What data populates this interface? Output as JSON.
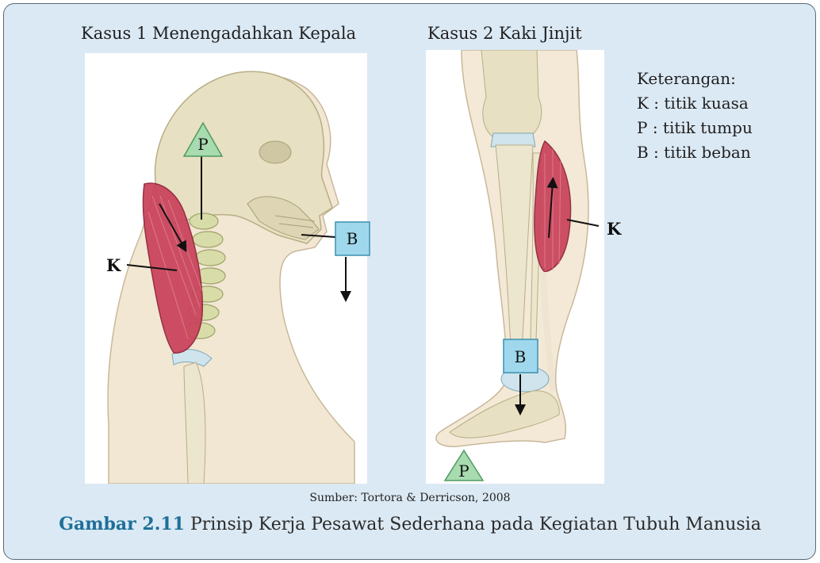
{
  "case1": {
    "title": "Kasus 1 Menengadahkan Kepala",
    "labels": {
      "pivot": "P",
      "load": "B",
      "effort": "K"
    }
  },
  "case2": {
    "title": "Kasus 2 Kaki Jinjit",
    "labels": {
      "pivot": "P",
      "load": "B",
      "effort": "K"
    }
  },
  "legend": {
    "heading": "Keterangan:",
    "items": [
      "K : titik kuasa",
      "P : titik tumpu",
      "B : titik beban"
    ]
  },
  "source": "Sumber: Tortora & Derricson, 2008",
  "caption": {
    "figure_number": "Gambar 2.11",
    "text": "Prinsip Kerja Pesawat Sederhana pada Kegiatan Tubuh Manusia"
  },
  "colors": {
    "frame_bg": "#dbe9f4",
    "pivot_triangle": "#a8dbb0",
    "load_box": "#9fd8ec",
    "muscle": "#c9415a",
    "caption_accent": "#1e6f99"
  }
}
